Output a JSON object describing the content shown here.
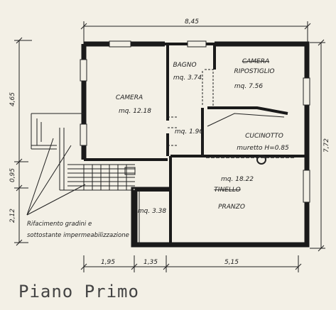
{
  "title": "Piano Primo",
  "rooms": {
    "camera": {
      "name": "CAMERA",
      "area": "mq. 12.18"
    },
    "bagno": {
      "name": "BAGNO",
      "area": "mq. 3.74"
    },
    "ripostiglio": {
      "name_struck": "CAMERA",
      "name": "RIPOSTIGLIO",
      "area": "mq. 7.56"
    },
    "disimpegno": {
      "area": "mq. 1.96"
    },
    "cucinotto": {
      "name": "CUCINOTTO",
      "wall_note": "muretto H=0.85"
    },
    "tinello": {
      "area": "mq. 18.22",
      "name_struck": "TINELLO",
      "name": "PRANZO"
    },
    "stair_room": {
      "area": "mq. 3.38"
    }
  },
  "dimensions": {
    "top_total": "8,45",
    "right_total": "7,72",
    "left_1": "4,65",
    "left_2": "0,95",
    "left_3": "2,12",
    "bottom_1": "1,95",
    "bottom_2": "1,35",
    "bottom_3": "5,15"
  },
  "note": {
    "line1": "Rifacimento gradini e",
    "line2": "sottostante impermeabilizzazione"
  }
}
